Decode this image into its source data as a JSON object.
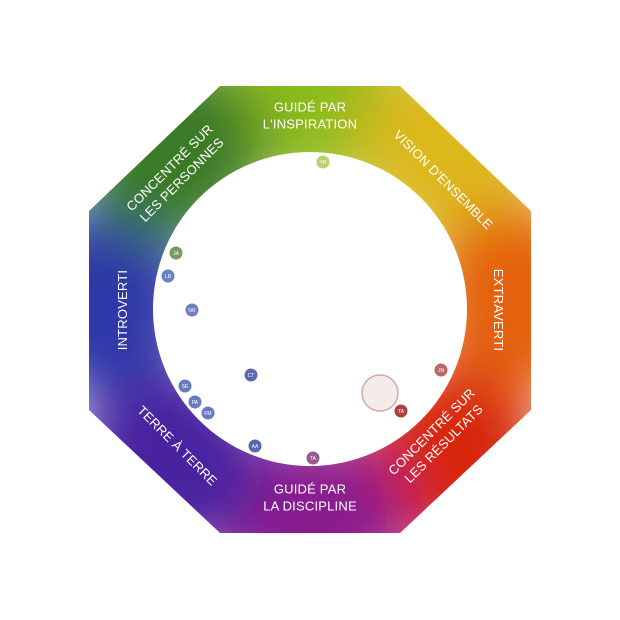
{
  "segments": [
    {
      "id": "top",
      "lines": [
        "GUIDÉ PAR",
        "L'INSPIRATION"
      ]
    },
    {
      "id": "top-right",
      "lines": [
        "VISION D'ENSEMBLE"
      ]
    },
    {
      "id": "right",
      "lines": [
        "EXTRAVERTI"
      ]
    },
    {
      "id": "bottom-right",
      "lines": [
        "CONCENTRÉ SUR",
        "LES RÉSULTATS"
      ]
    },
    {
      "id": "bottom",
      "lines": [
        "GUIDÉ PAR",
        "LA DISCIPLINE"
      ]
    },
    {
      "id": "bottom-left",
      "lines": [
        "TERRE À TERRE"
      ]
    },
    {
      "id": "left",
      "lines": [
        "INTROVERTI"
      ]
    },
    {
      "id": "top-left",
      "lines": [
        "CONCENTRÉ SUR",
        "LES PERSONNES"
      ]
    }
  ],
  "colors": {
    "top": "#8cbc1e",
    "top_right": "#dcb81a",
    "right": "#e4620e",
    "bottom_right": "#d8260c",
    "bottom": "#8a1a8e",
    "bottom_left": "#4a22a0",
    "left": "#2e38a8",
    "top_left": "#3a7a28",
    "center": "#ffffff"
  },
  "markers": [
    {
      "initials": "YR",
      "color": "#b8d070"
    },
    {
      "initials": "JA",
      "color": "#7a9a5c"
    },
    {
      "initials": "LB",
      "color": "#6a80c0"
    },
    {
      "initials": "NR",
      "color": "#6a80c0"
    },
    {
      "initials": "CT",
      "color": "#5a6ab0"
    },
    {
      "initials": "SE",
      "color": "#6a7ac0"
    },
    {
      "initials": "PA",
      "color": "#6a7ac0"
    },
    {
      "initials": "FM",
      "color": "#6a7ac0"
    },
    {
      "initials": "AA",
      "color": "#5a64b0"
    },
    {
      "initials": "TA",
      "color": "#9a5a90"
    },
    {
      "initials": "JN",
      "color": "#b86a6a"
    },
    {
      "initials": "TA",
      "color": "#b04040"
    }
  ]
}
